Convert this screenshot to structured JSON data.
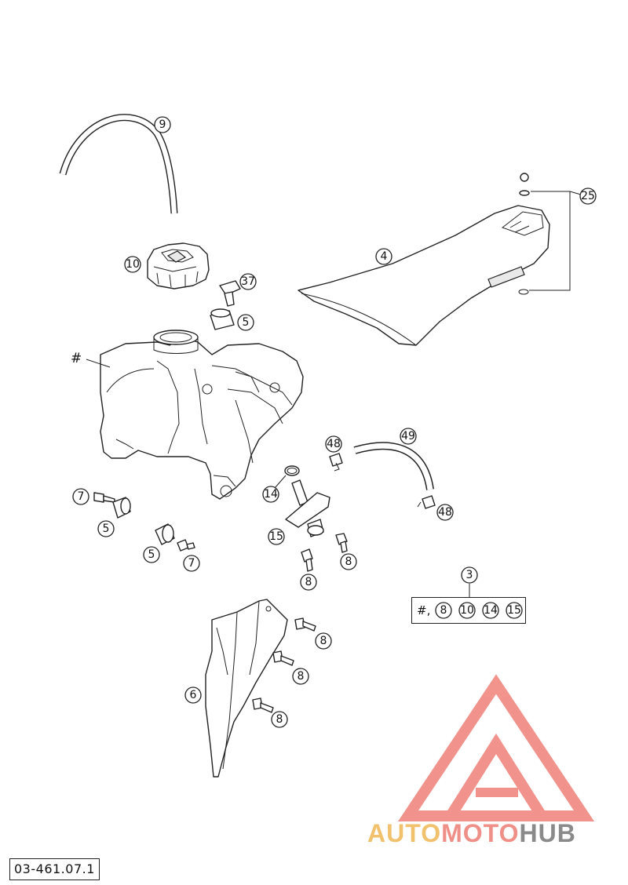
{
  "reference_code": "03-461.07.1",
  "kit": {
    "callout": "3",
    "hash": "#,",
    "items": [
      "8",
      "10",
      "14",
      "15"
    ]
  },
  "callouts": {
    "hose_top": "9",
    "filler_cap": "10",
    "seat": "4",
    "seat_screw": "25",
    "cap_bolt": "37",
    "bushing_top": "5",
    "tank_hash": "#",
    "screw_left": "7",
    "bushing_left": "5",
    "bushing_mid": "5",
    "screw_mid": "7",
    "o_ring": "14",
    "fuel_tap": "15",
    "clamp_top": "48",
    "fuel_hose": "49",
    "clamp_bottom": "48",
    "tap_screw_a": "8",
    "tap_screw_b": "8",
    "spoiler": "6",
    "spoiler_screw_a": "8",
    "spoiler_screw_b": "8",
    "spoiler_screw_c": "8"
  },
  "watermark": {
    "part1": "AUTO",
    "part2": "MOTO",
    "part3": "HUB",
    "colors": {
      "part1": "#f2c16e",
      "part2": "#ef8f88",
      "part3": "#8a8a8a",
      "logo": "#f08078"
    }
  }
}
